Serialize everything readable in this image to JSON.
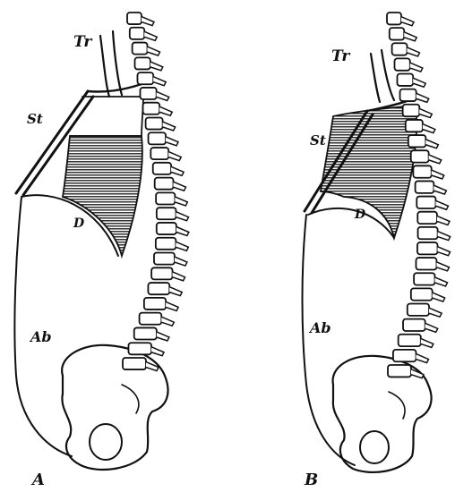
{
  "figure": {
    "ink_color": "#111111",
    "paper_color": "#ffffff",
    "panels": [
      {
        "id": "A",
        "panel_label": "A",
        "labels": {
          "trachea": "Tr",
          "sternum": "St",
          "diaphragm": "D",
          "abdomen": "Ab"
        },
        "vertebrae_count": 24
      },
      {
        "id": "B",
        "panel_label": "B",
        "labels": {
          "trachea": "Tr",
          "sternum": "St",
          "diaphragm": "D",
          "abdomen": "Ab"
        },
        "vertebrae_count": 24
      }
    ]
  }
}
